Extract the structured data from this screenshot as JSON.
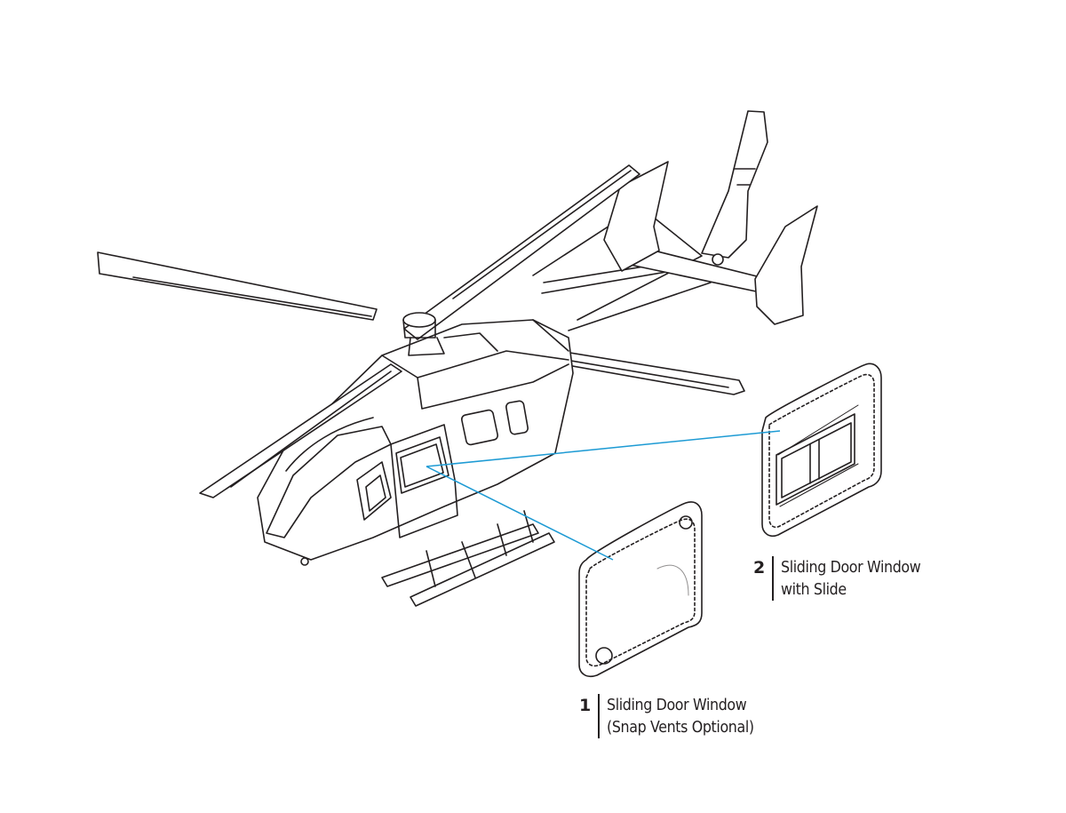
{
  "colors": {
    "ink": "#231f20",
    "leader": "#1e9bd4",
    "fill": "#ffffff"
  },
  "callouts": [
    {
      "number": "1",
      "line1": "Sliding Door Window",
      "line2": "(Snap Vents Optional)"
    },
    {
      "number": "2",
      "line1": "Sliding Door Window",
      "line2": "with Slide"
    }
  ]
}
